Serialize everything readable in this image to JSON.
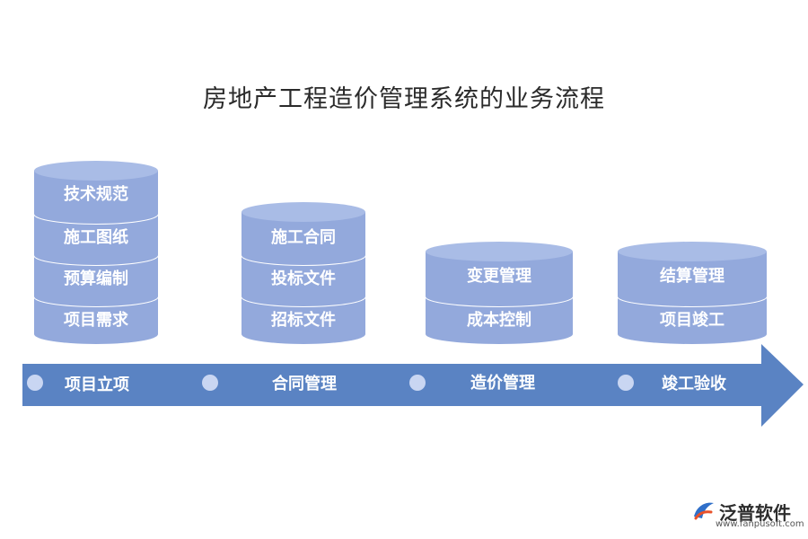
{
  "title": "房地产工程造价管理系统的业务流程",
  "colors": {
    "disk_side": "#93a9dc",
    "disk_top": "#a9bce6",
    "disk_edge": "#ffffff",
    "arrow": "#5a83c3",
    "dot": "#c9d6f2"
  },
  "stacks": [
    {
      "layers": [
        "技术规范",
        "施工图纸",
        "预算编制",
        "项目需求"
      ]
    },
    {
      "layers": [
        "施工合同",
        "投标文件",
        "招标文件"
      ]
    },
    {
      "layers": [
        "变更管理",
        "成本控制"
      ]
    },
    {
      "layers": [
        "结算管理",
        "项目竣工"
      ]
    }
  ],
  "steps": [
    "项目立项",
    "合同管理",
    "造价管理",
    "竣工验收"
  ],
  "logo": {
    "brand": "泛普软件",
    "url": "www.fanpusoft.com",
    "icon": "fanpu-logo-icon"
  }
}
